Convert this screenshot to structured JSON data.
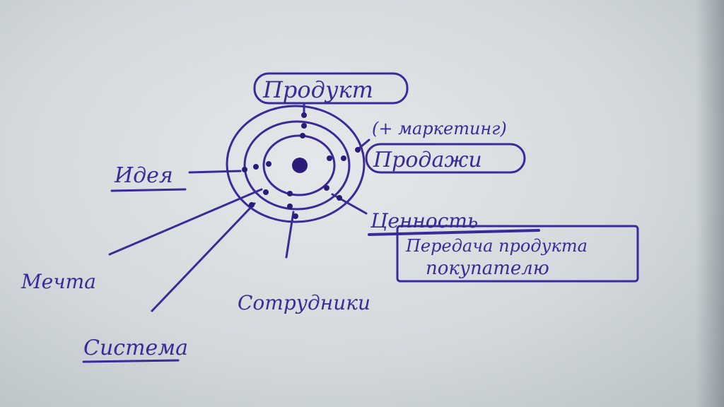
{
  "colors": {
    "ink": "#3a2a9a",
    "ink_dark": "#2a1d7a"
  },
  "center_icon": "atom-nucleus",
  "labels": {
    "product": "Продукт",
    "marketing": "(+ маркетинг)",
    "sales": "Продажи",
    "idea": "Идея",
    "dream": "Мечта",
    "system": "Система",
    "value": "Ценность",
    "employees": "Сотрудники",
    "transfer_line1": "Передача продукта",
    "transfer_line2": "покупателю"
  }
}
